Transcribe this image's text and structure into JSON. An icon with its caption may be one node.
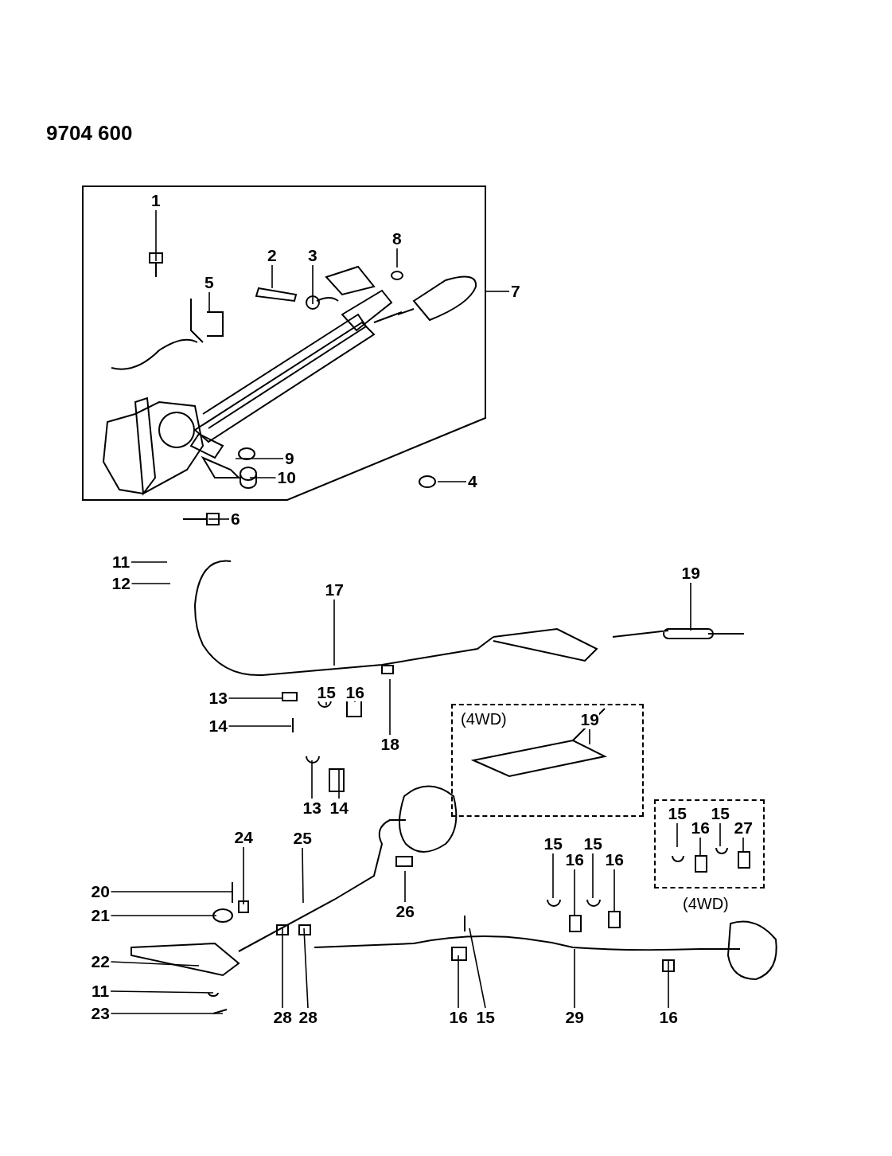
{
  "diagram": {
    "title": "9704 600",
    "nodes": [
      {
        "text": [],
        "shape": "box"
      },
      {
        "text": [
          "1"
        ],
        "in": 0
      },
      {
        "text": [
          "2"
        ],
        "in": 0
      },
      {
        "text": [
          "3"
        ],
        "in": 0
      },
      {
        "text": [
          "8"
        ],
        "in": 0
      },
      {
        "text": [
          "7"
        ]
      },
      {
        "text": [
          "5"
        ],
        "in": 0
      },
      {
        "text": [
          "9"
        ],
        "in": 0
      },
      {
        "text": [
          "10"
        ],
        "in": 0
      },
      {
        "text": [
          "4"
        ],
        "in": 0
      },
      {
        "text": [
          "6"
        ]
      },
      {
        "text": [
          "11"
        ]
      },
      {
        "text": [
          "12"
        ]
      },
      {
        "text": [
          "19"
        ]
      },
      {
        "text": [
          "17"
        ]
      },
      {
        "text": [
          "13"
        ]
      },
      {
        "text": [
          "15"
        ]
      },
      {
        "text": [
          "16"
        ]
      },
      {
        "text": [
          "14"
        ]
      },
      {
        "text": [
          "18"
        ]
      },
      {
        "text": [
          "(4WD)"
        ]
      },
      {
        "text": [
          "19"
        ],
        "in": 20
      },
      {
        "text": [
          "13"
        ]
      },
      {
        "text": [
          "14"
        ]
      },
      {
        "text": [
          "(4WD)"
        ]
      },
      {
        "text": [
          "15"
        ],
        "in": 24
      },
      {
        "text": [
          "15"
        ],
        "in": 24
      },
      {
        "text": [
          "16"
        ],
        "in": 24
      },
      {
        "text": [
          "27"
        ],
        "in": 24
      },
      {
        "text": [
          "24"
        ]
      },
      {
        "text": [
          "25"
        ]
      },
      {
        "text": [
          "15"
        ]
      },
      {
        "text": [
          "15"
        ]
      },
      {
        "text": [
          "16"
        ]
      },
      {
        "text": [
          "16"
        ]
      },
      {
        "text": [
          "20"
        ]
      },
      {
        "text": [
          "21"
        ]
      },
      {
        "text": [
          "26"
        ]
      },
      {
        "text": [
          "22"
        ]
      },
      {
        "text": [
          "11"
        ]
      },
      {
        "text": [
          "23"
        ]
      },
      {
        "text": [
          "28"
        ]
      },
      {
        "text": [
          "28"
        ]
      },
      {
        "text": [
          "16"
        ]
      },
      {
        "text": [
          "15"
        ]
      },
      {
        "text": [
          "29"
        ]
      },
      {
        "text": [
          "16"
        ]
      }
    ],
    "edges": [
      {
        "from": 1,
        "to": null,
        "arrow": "none"
      },
      {
        "from": 2,
        "to": null,
        "arrow": "none"
      },
      {
        "from": 3,
        "to": null,
        "arrow": "none"
      },
      {
        "from": 4,
        "to": null,
        "arrow": "none"
      },
      {
        "from": 5,
        "to": 0,
        "arrow": "none"
      },
      {
        "from": 6,
        "to": null,
        "arrow": "none"
      },
      {
        "from": 7,
        "to": null,
        "arrow": "none"
      },
      {
        "from": 8,
        "to": null,
        "arrow": "none"
      },
      {
        "from": 9,
        "to": null,
        "arrow": "none"
      },
      {
        "from": 10,
        "to": null,
        "arrow": "none"
      },
      {
        "from": 11,
        "to": null,
        "arrow": "none"
      },
      {
        "from": 12,
        "to": null,
        "arrow": "none"
      },
      {
        "from": 13,
        "to": null,
        "arrow": "none"
      },
      {
        "from": 14,
        "to": null,
        "arrow": "none"
      },
      {
        "from": 15,
        "to": null,
        "arrow": "none"
      },
      {
        "from": 16,
        "to": null,
        "arrow": "none"
      },
      {
        "from": 17,
        "to": null,
        "arrow": "none"
      },
      {
        "from": 18,
        "to": null,
        "arrow": "none"
      },
      {
        "from": 19,
        "to": null,
        "arrow": "none"
      },
      {
        "from": 21,
        "to": null,
        "arrow": "none"
      },
      {
        "from": 22,
        "to": null,
        "arrow": "none"
      },
      {
        "from": 23,
        "to": null,
        "arrow": "none"
      },
      {
        "from": 25,
        "to": null,
        "arrow": "none"
      },
      {
        "from": 26,
        "to": null,
        "arrow": "none"
      },
      {
        "from": 27,
        "to": null,
        "arrow": "none"
      },
      {
        "from": 28,
        "to": null,
        "arrow": "none"
      },
      {
        "from": 29,
        "to": null,
        "arrow": "none"
      },
      {
        "from": 30,
        "to": null,
        "arrow": "none"
      },
      {
        "from": 31,
        "to": null,
        "arrow": "none"
      },
      {
        "from": 32,
        "to": null,
        "arrow": "none"
      },
      {
        "from": 33,
        "to": null,
        "arrow": "none"
      },
      {
        "from": 34,
        "to": null,
        "arrow": "none"
      },
      {
        "from": 35,
        "to": null,
        "arrow": "none"
      },
      {
        "from": 36,
        "to": null,
        "arrow": "none"
      },
      {
        "from": 37,
        "to": null,
        "arrow": "none"
      },
      {
        "from": 38,
        "to": null,
        "arrow": "none"
      },
      {
        "from": 39,
        "to": null,
        "arrow": "none"
      },
      {
        "from": 40,
        "to": null,
        "arrow": "none"
      },
      {
        "from": 41,
        "to": null,
        "arrow": "none"
      },
      {
        "from": 42,
        "to": null,
        "arrow": "none"
      },
      {
        "from": 43,
        "to": null,
        "arrow": "none"
      },
      {
        "from": 44,
        "to": null,
        "arrow": "none"
      },
      {
        "from": 45,
        "to": null,
        "arrow": "none"
      },
      {
        "from": 46,
        "to": null,
        "arrow": "none"
      }
    ]
  }
}
